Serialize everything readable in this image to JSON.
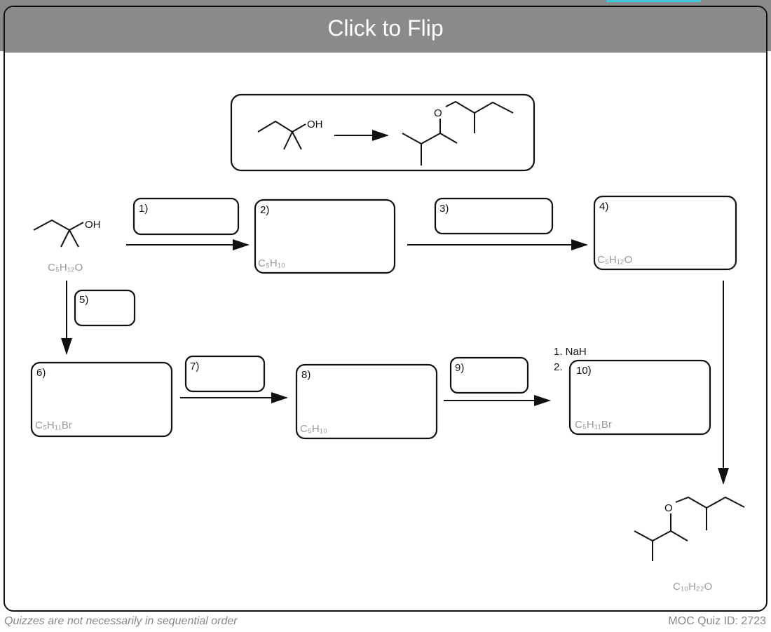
{
  "header": {
    "flip_label": "Click to Flip"
  },
  "atoms": {
    "oh": "OH",
    "o": "O"
  },
  "steps": [
    {
      "label": "1)",
      "formula": ""
    },
    {
      "label": "2)",
      "formula": "C₅H₁₀"
    },
    {
      "label": "3)",
      "formula": ""
    },
    {
      "label": "4)",
      "formula": "C₅H₁₂O"
    },
    {
      "label": "5)",
      "formula": ""
    },
    {
      "label": "6)",
      "formula": "C₅H₁₁Br"
    },
    {
      "label": "7)",
      "formula": ""
    },
    {
      "label": "8)",
      "formula": "C₅H₁₀"
    },
    {
      "label": "9)",
      "formula": ""
    },
    {
      "label": "10)",
      "formula": "C₅H₁₁Br"
    }
  ],
  "start_formula": "C₅H₁₂O",
  "product_formula": "C₁₀H₂₂O",
  "reagents": {
    "line1": "1. NaH",
    "line2": "2."
  },
  "footer": {
    "note": "Quizzes are not necessarily in sequential order",
    "quiz_id": "MOC Quiz ID: 2723"
  }
}
